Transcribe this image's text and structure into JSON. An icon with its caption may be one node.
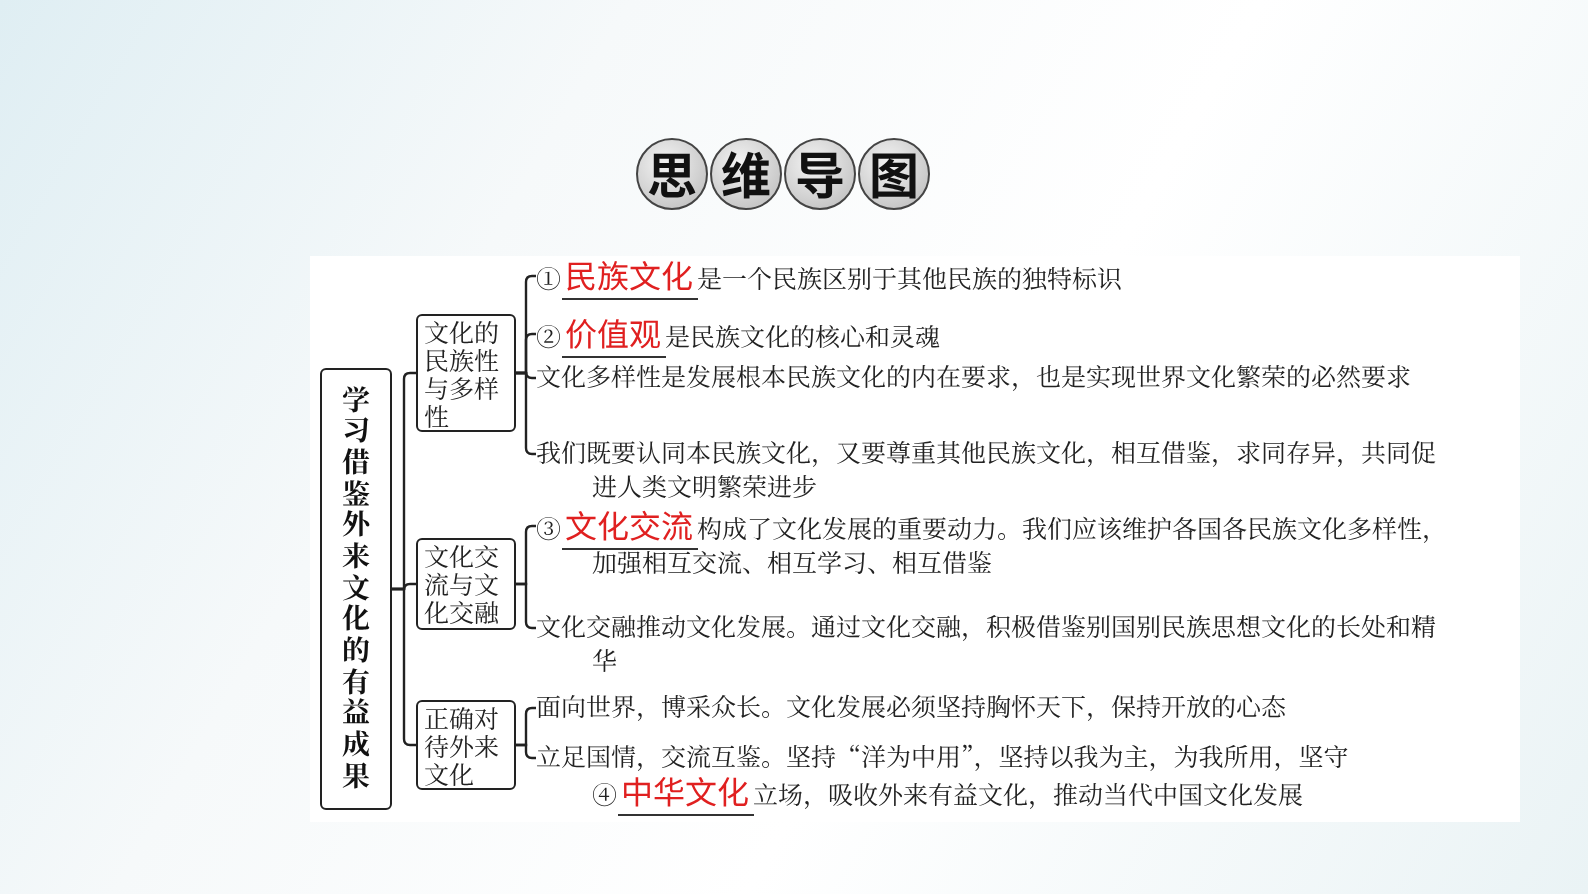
{
  "diagram": {
    "title": "思维导图",
    "nodes": [
      {
        "text": [
          "学习借鉴外来文化的有益成果"
        ]
      },
      {
        "text": [
          "文化的民族性与多样性"
        ]
      },
      {
        "text": [
          "①",
          "民族文化",
          "是一个民族区别于其他民族的独特标识"
        ]
      },
      {
        "text": [
          "②",
          "价值观",
          "是民族文化的核心和灵魂"
        ]
      },
      {
        "text": [
          "文化多样性是发展根本民族文化的内在要求，也是实现世界文化繁荣的必然要求"
        ]
      },
      {
        "text": [
          "我们既要认同本民族文化，又要尊重其他民族文化，相互借鉴，求同存异，共同促进人类文明繁荣进步"
        ]
      },
      {
        "text": [
          "文化交流与文化交融"
        ]
      },
      {
        "text": [
          "③",
          "文化交流",
          "构成了文化发展的重要动力。我们应该维护各国各民族文化多样性，加强相互交流、相互学习、相互借鉴"
        ]
      },
      {
        "text": [
          "文化交融推动文化发展。通过文化交融，积极借鉴别国别民族思想文化的长处和精华"
        ]
      },
      {
        "text": [
          "正确对待外来文化"
        ]
      },
      {
        "text": [
          "面向世界，博采众长。文化发展必须坚持胸怀天下，保持开放的心态"
        ]
      },
      {
        "text": [
          "立足国情，交流互鉴。坚持“洋为中用”，坚持以我为主，为我所用，坚守",
          "④",
          "中华文化",
          "立场，吸收外来有益文化，推动当代中国文化发展"
        ]
      }
    ],
    "edges": [
      {
        "from": 0,
        "to": 1,
        "arrow": "none"
      },
      {
        "from": 0,
        "to": 6,
        "arrow": "none"
      },
      {
        "from": 0,
        "to": 9,
        "arrow": "none"
      },
      {
        "from": 1,
        "to": 2,
        "arrow": "none"
      },
      {
        "from": 1,
        "to": 3,
        "arrow": "none"
      },
      {
        "from": 1,
        "to": 4,
        "arrow": "none"
      },
      {
        "from": 1,
        "to": 5,
        "arrow": "none"
      },
      {
        "from": 6,
        "to": 7,
        "arrow": "none"
      },
      {
        "from": 6,
        "to": 8,
        "arrow": "none"
      },
      {
        "from": 9,
        "to": 10,
        "arrow": "none"
      },
      {
        "from": 9,
        "to": 11,
        "arrow": "none"
      }
    ]
  }
}
